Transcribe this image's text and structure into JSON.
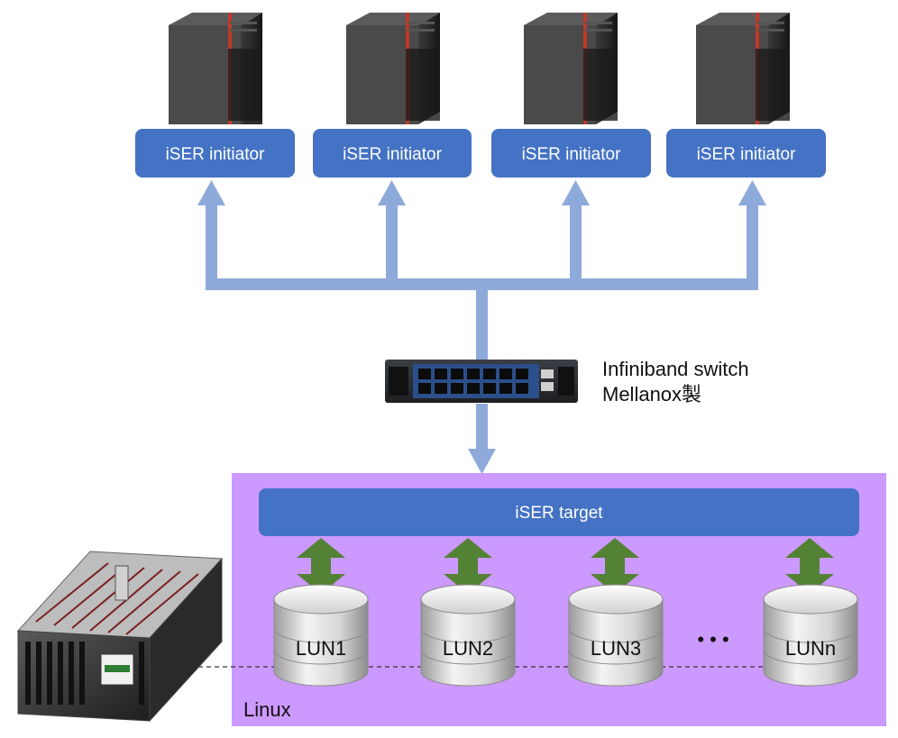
{
  "initiators": [
    {
      "label": "iSER initiator"
    },
    {
      "label": "iSER initiator"
    },
    {
      "label": "iSER initiator"
    },
    {
      "label": "iSER initiator"
    }
  ],
  "switch": {
    "line1": "Infiniband switch",
    "line2": "Mellanox製"
  },
  "target": {
    "label": "iSER target",
    "os_label": "Linux",
    "luns": [
      {
        "label": "LUN1"
      },
      {
        "label": "LUN2"
      },
      {
        "label": "LUN3"
      },
      {
        "label": "LUNn"
      }
    ],
    "ellipsis": "• • •"
  },
  "colors": {
    "initiator_box": "#4472c4",
    "connector": "#8eaadb",
    "target_area": "#cc99ff",
    "arrow_green": "#548235",
    "tower_red": "#c0392b"
  }
}
